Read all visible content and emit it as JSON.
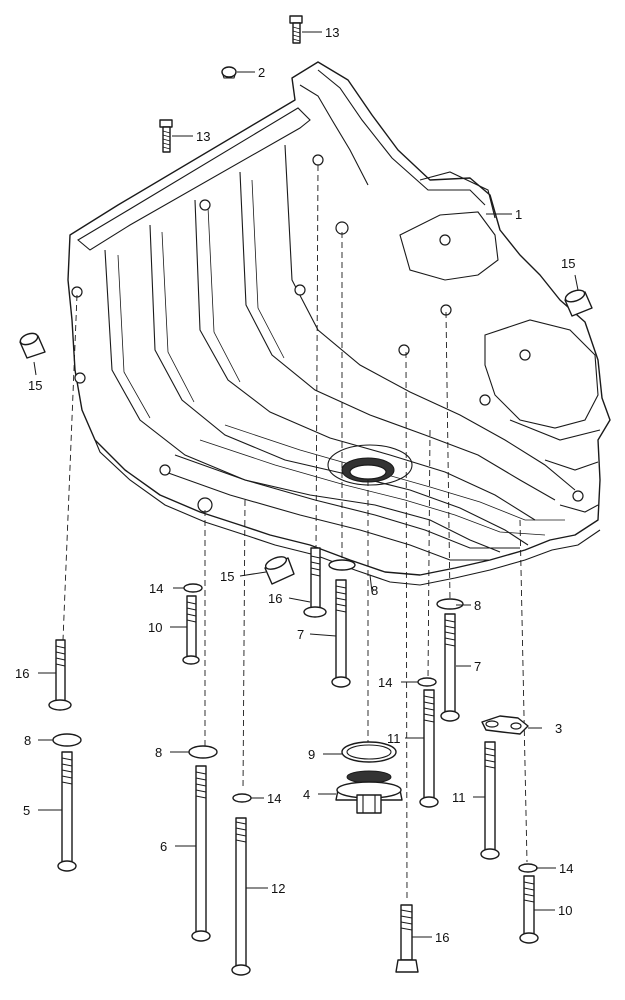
{
  "callouts": [
    {
      "id": "c1",
      "text": "1"
    },
    {
      "id": "c2",
      "text": "2"
    },
    {
      "id": "c3",
      "text": "3"
    },
    {
      "id": "c4",
      "text": "4"
    },
    {
      "id": "c5",
      "text": "5"
    },
    {
      "id": "c6",
      "text": "6"
    },
    {
      "id": "c7a",
      "text": "7"
    },
    {
      "id": "c7b",
      "text": "7"
    },
    {
      "id": "c8a",
      "text": "8"
    },
    {
      "id": "c8b",
      "text": "8"
    },
    {
      "id": "c8c",
      "text": "8"
    },
    {
      "id": "c8d",
      "text": "8"
    },
    {
      "id": "c9",
      "text": "9"
    },
    {
      "id": "c10a",
      "text": "10"
    },
    {
      "id": "c10b",
      "text": "10"
    },
    {
      "id": "c11a",
      "text": "11"
    },
    {
      "id": "c11b",
      "text": "11"
    },
    {
      "id": "c12",
      "text": "12"
    },
    {
      "id": "c13a",
      "text": "13"
    },
    {
      "id": "c13b",
      "text": "13"
    },
    {
      "id": "c14a",
      "text": "14"
    },
    {
      "id": "c14b",
      "text": "14"
    },
    {
      "id": "c14c",
      "text": "14"
    },
    {
      "id": "c14d",
      "text": "14"
    },
    {
      "id": "c15a",
      "text": "15"
    },
    {
      "id": "c15b",
      "text": "15"
    },
    {
      "id": "c15c",
      "text": "15"
    },
    {
      "id": "c16a",
      "text": "16"
    },
    {
      "id": "c16b",
      "text": "16"
    },
    {
      "id": "c16c",
      "text": "16"
    }
  ]
}
